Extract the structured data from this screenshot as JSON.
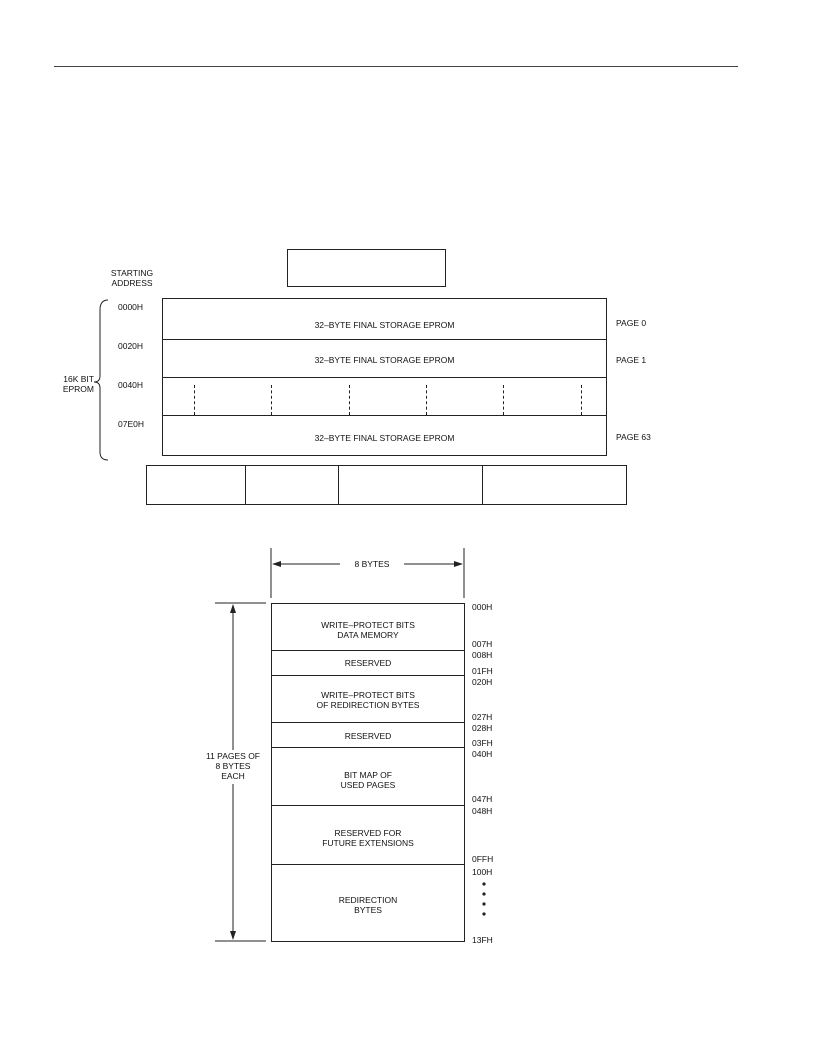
{
  "eprom_map": {
    "starting_address_label": [
      "STARTING",
      "ADDRESS"
    ],
    "eprom_label": [
      "16K BIT",
      "EPROM"
    ],
    "rows": [
      {
        "address": "0000H",
        "content": "32–BYTE FINAL STORAGE EPROM",
        "page": "PAGE 0"
      },
      {
        "address": "0020H",
        "content": "32–BYTE FINAL STORAGE EPROM",
        "page": "PAGE 1"
      },
      {
        "address": "0040H",
        "content": "",
        "page": ""
      },
      {
        "address": "07E0H",
        "content": "32–BYTE FINAL STORAGE EPROM",
        "page": "PAGE 63"
      }
    ]
  },
  "status_map": {
    "width_label": "8 BYTES",
    "height_label": [
      "11 PAGES OF",
      "8 BYTES",
      "EACH"
    ],
    "sections": [
      {
        "lines": [
          "WRITE–PROTECT BITS",
          "DATA MEMORY"
        ],
        "start": "000H",
        "end": "007H"
      },
      {
        "lines": [
          "RESERVED"
        ],
        "start": "008H",
        "end": "01FH"
      },
      {
        "lines": [
          "WRITE–PROTECT BITS",
          "OF REDIRECTION BYTES"
        ],
        "start": "020H",
        "end": "027H"
      },
      {
        "lines": [
          "RESERVED"
        ],
        "start": "028H",
        "end": "03FH"
      },
      {
        "lines": [
          "BIT MAP OF",
          "USED PAGES"
        ],
        "start": "040H",
        "end": "047H"
      },
      {
        "lines": [
          "RESERVED FOR",
          "FUTURE EXTENSIONS"
        ],
        "start": "048H",
        "end": "0FFH"
      },
      {
        "lines": [
          "REDIRECTION",
          "BYTES"
        ],
        "start": "100H",
        "end": "13FH"
      }
    ]
  }
}
